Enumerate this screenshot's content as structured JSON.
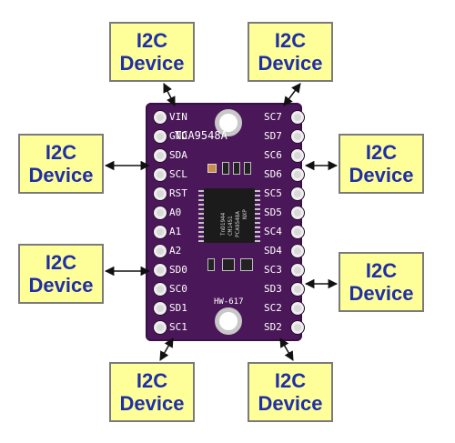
{
  "devices": [
    {
      "line1": "I2C",
      "line2": "Device"
    },
    {
      "line1": "I2C",
      "line2": "Device"
    },
    {
      "line1": "I2C",
      "line2": "Device"
    },
    {
      "line1": "I2C",
      "line2": "Device"
    },
    {
      "line1": "I2C",
      "line2": "Device"
    },
    {
      "line1": "I2C",
      "line2": "Device"
    },
    {
      "line1": "I2C",
      "line2": "Device"
    },
    {
      "line1": "I2C",
      "line2": "Device"
    }
  ],
  "board": {
    "chip_name": "TCA9548A",
    "model": "HW-617",
    "ic_marking": [
      "NXP",
      "PCA9548A",
      "CM1451",
      "TnD1944"
    ],
    "left_pins": [
      "VIN",
      "GND",
      "SDA",
      "SCL",
      "RST",
      "A0",
      "A1",
      "A2",
      "SD0",
      "SC0",
      "SD1",
      "SC1"
    ],
    "right_pins": [
      "SC7",
      "SD7",
      "SC6",
      "SD6",
      "SC5",
      "SD5",
      "SC4",
      "SD4",
      "SC3",
      "SD3",
      "SC2",
      "SD2"
    ]
  },
  "colors": {
    "board": "#4a1858",
    "device_fill": "#ffff99",
    "device_text": "#1f2fa5",
    "arrow": "#111111"
  }
}
